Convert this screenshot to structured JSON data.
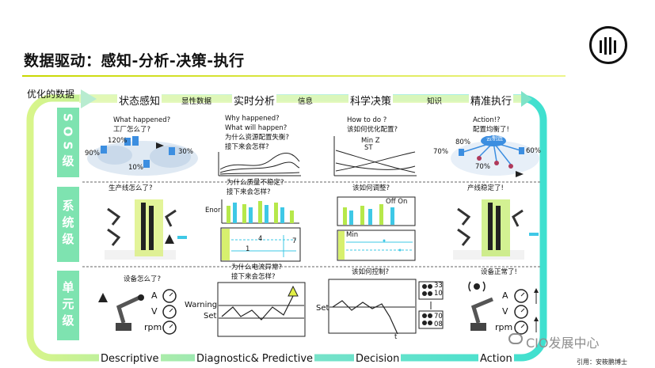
{
  "title": "数据驱动：感知-分析-决策-执行",
  "top_left_label": "优化的数据",
  "stages": [
    "状态感知",
    "实时分析",
    "科学决策",
    "精准执行"
  ],
  "flow_labels": [
    "显性数据",
    "信息",
    "知识"
  ],
  "rows": [
    "SOS级",
    "系统级",
    "单元级"
  ],
  "sos": {
    "c1": [
      "What happened?",
      "工厂怎么了?"
    ],
    "c1_pct": [
      "120%",
      "90%",
      "30%",
      "10%"
    ],
    "c2": [
      "Why happened?",
      "What will happen?",
      "为什么资源配置失衡?",
      "接下来会怎样?"
    ],
    "c3": [
      "How to do ?",
      "该如何优化配置?"
    ],
    "c3_legend": [
      "Min Z",
      "ST"
    ],
    "c4": [
      "Action!?",
      "配置均衡了!"
    ],
    "c4_pct": [
      "80%",
      "70%",
      "60%",
      "70%"
    ],
    "c4_cloud": "云制造"
  },
  "sys": {
    "c1": "生产线怎么了?",
    "c2": [
      "为什么质量不稳定?",
      "接下来会怎样?"
    ],
    "c2_axis": "Enor",
    "c2_nums": [
      "4",
      "1",
      "7"
    ],
    "c3": "该如何调整?",
    "c3_labels": [
      "Off On",
      "Min"
    ],
    "c4": "产线稳定了!"
  },
  "unit": {
    "c1": "设备怎么了?",
    "gauges": [
      "A",
      "V",
      "rpm"
    ],
    "c2": [
      "为什么电流异常?",
      "接下来会怎样?"
    ],
    "c2_axis": [
      "Warning",
      "Set"
    ],
    "c3": "该如何控制?",
    "c3_axis": [
      "Set",
      "t"
    ],
    "c3_vals": [
      "33",
      "10",
      "70",
      "08"
    ],
    "c4": "设备正常了!"
  },
  "bottom": [
    "Descriptive",
    "Diagnostic& Predictive",
    "Decision",
    "Action"
  ],
  "watermark": "CIO发展中心",
  "source": "引用：安筱鹏博士",
  "colors": {
    "accent": "#7ee3b0",
    "frame": "#3fe0cf",
    "bar_green": "#b6e84a",
    "bar_cyan": "#3ec8e6",
    "highlight": "#e2f046",
    "rule": "#c9d800"
  }
}
